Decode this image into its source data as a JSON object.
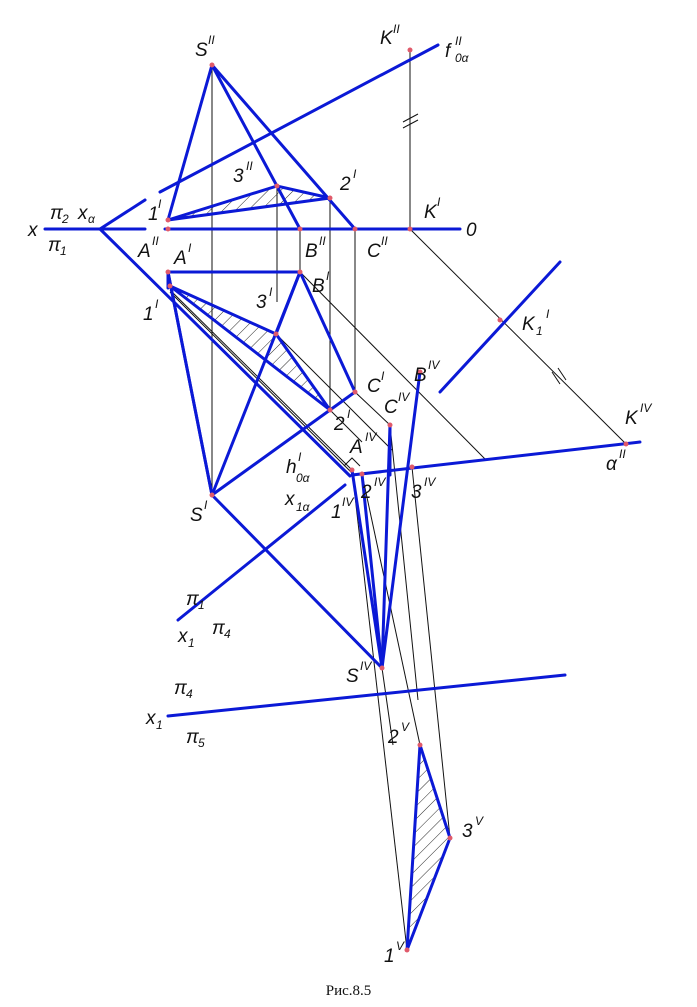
{
  "figure": {
    "caption": "Рис.8.5",
    "labels": {
      "x": "x",
      "pi2": "π",
      "pi2_sub": "2",
      "pi1": "π",
      "pi1_sub": "1",
      "x_alpha": "x",
      "x_alpha_sub": "α",
      "S2": "S",
      "S2_sup": "II",
      "K2": "K",
      "K2_sup": "II",
      "f": "f",
      "f_sup": "II",
      "f_sub": "0α",
      "p3_2": "3",
      "p3_2_sup": "II",
      "p2_2": "2",
      "p2_2_sup": "I",
      "p1_2": "1",
      "p1_2_sup": "I",
      "K1": "K",
      "K1_sup": "I",
      "O": "0",
      "A2": "A",
      "A2_sup": "II",
      "A1": "A",
      "A1_sup": "I",
      "B2": "B",
      "B2_sup": "II",
      "C2": "C",
      "C2_sup": "II",
      "B1": "B",
      "B1_sup": "I",
      "p3_1": "3",
      "p3_1_sup": "I",
      "p1_1": "1",
      "p1_1_sup": "I",
      "K1_1": "K",
      "K1_1_sub": "1",
      "K1_1_sup": "I",
      "B4": "B",
      "B4_sup": "IV",
      "C1": "C",
      "C1_sup": "I",
      "C4": "C",
      "C4_sup": "IV",
      "K4": "K",
      "K4_sup": "IV",
      "p2_1": "2",
      "p2_1_sup": "I",
      "A4": "A",
      "A4_sup": "IV",
      "h": "h",
      "h_sup": "I",
      "h_sub": "0α",
      "alpha2": "α",
      "alpha2_sup": "II",
      "p2_4": "2",
      "p2_4_sup": "IV",
      "p3_4": "3",
      "p3_4_sup": "IV",
      "S1": "S",
      "S1_sup": "I",
      "x1a": "x",
      "x1a_sub": "1α",
      "p1_4": "1",
      "p1_4_sup": "IV",
      "pi1b": "π",
      "pi1b_sub": "1",
      "x1": "x",
      "x1_sub": "1",
      "pi4": "π",
      "pi4_sub": "4",
      "S4": "S",
      "S4_sup": "IV",
      "pi4b": "π",
      "pi4b_sub": "4",
      "x1b": "x",
      "x1b_sub": "1",
      "pi5": "π",
      "pi5_sub": "5",
      "p2_5": "2",
      "p2_5_sup": "V",
      "p3_5": "3",
      "p3_5_sup": "V",
      "p1_5": "1",
      "p1_5_sup": "V",
      "parallel_mark": "||"
    }
  }
}
